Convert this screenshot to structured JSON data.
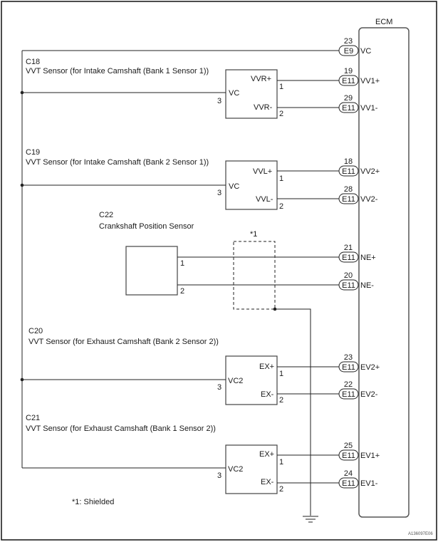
{
  "diagram": {
    "figure_id": "A136097E06",
    "ecm_label": "ECM",
    "shield_marker": "*1",
    "footnote": "*1: Shielded",
    "components": [
      {
        "id": "C18",
        "name": "VVT Sensor (for Intake Camshaft (Bank 1 Sensor 1))",
        "pins": {
          "p1_label": "VVR+",
          "p2_label": "VVR-",
          "p3_label": "VC",
          "p1": "1",
          "p2": "2",
          "p3": "3"
        }
      },
      {
        "id": "C19",
        "name": "VVT Sensor (for Intake Camshaft (Bank 2 Sensor 1))",
        "pins": {
          "p1_label": "VVL+",
          "p2_label": "VVL-",
          "p3_label": "VC",
          "p1": "1",
          "p2": "2",
          "p3": "3"
        }
      },
      {
        "id": "C22",
        "name": "Crankshaft Position Sensor",
        "pins": {
          "p1": "1",
          "p2": "2"
        }
      },
      {
        "id": "C20",
        "name": "VVT Sensor (for Exhaust Camshaft (Bank 2 Sensor 2))",
        "pins": {
          "p1_label": "EX+",
          "p2_label": "EX-",
          "p3_label": "VC2",
          "p1": "1",
          "p2": "2",
          "p3": "3"
        }
      },
      {
        "id": "C21",
        "name": "VVT Sensor (for Exhaust Camshaft (Bank 1 Sensor 2))",
        "pins": {
          "p1_label": "EX+",
          "p2_label": "EX-",
          "p3_label": "VC2",
          "p1": "1",
          "p2": "2",
          "p3": "3"
        }
      }
    ],
    "ecm_terminals": [
      {
        "pin": "23",
        "connector": "E9",
        "signal": "VC"
      },
      {
        "pin": "19",
        "connector": "E11",
        "signal": "VV1+"
      },
      {
        "pin": "29",
        "connector": "E11",
        "signal": "VV1-"
      },
      {
        "pin": "18",
        "connector": "E11",
        "signal": "VV2+"
      },
      {
        "pin": "28",
        "connector": "E11",
        "signal": "VV2-"
      },
      {
        "pin": "21",
        "connector": "E11",
        "signal": "NE+"
      },
      {
        "pin": "20",
        "connector": "E11",
        "signal": "NE-"
      },
      {
        "pin": "23",
        "connector": "E11",
        "signal": "EV2+"
      },
      {
        "pin": "22",
        "connector": "E11",
        "signal": "EV2-"
      },
      {
        "pin": "25",
        "connector": "E11",
        "signal": "EV1+"
      },
      {
        "pin": "24",
        "connector": "E11",
        "signal": "EV1-"
      }
    ]
  }
}
